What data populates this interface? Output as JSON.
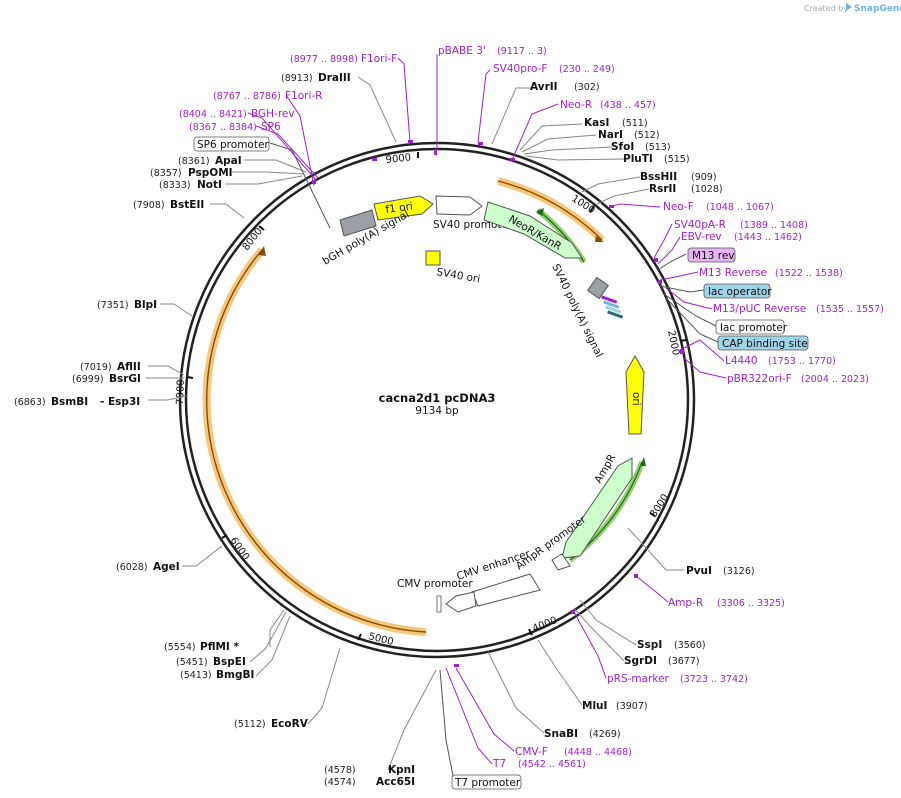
{
  "credit": "Created by",
  "brand": "SnapGene",
  "plasmid": {
    "name": "cacna2d1 pcDNA3",
    "length": "9134 bp"
  },
  "ticks": [
    "1000",
    "2000",
    "3000",
    "4000",
    "5000",
    "6000",
    "7000",
    "8000",
    "9000"
  ],
  "enzymes": [
    {
      "name": "AvrII",
      "pos": "(302)"
    },
    {
      "name": "KasI",
      "pos": "(511)"
    },
    {
      "name": "NarI",
      "pos": "(512)"
    },
    {
      "name": "SfoI",
      "pos": "(513)"
    },
    {
      "name": "PluTI",
      "pos": "(515)"
    },
    {
      "name": "BssHII",
      "pos": "(909)"
    },
    {
      "name": "RsrII",
      "pos": "(1028)"
    },
    {
      "name": "PvuI",
      "pos": "(3126)"
    },
    {
      "name": "SspI",
      "pos": "(3560)"
    },
    {
      "name": "SgrDI",
      "pos": "(3677)"
    },
    {
      "name": "MluI",
      "pos": "(3907)"
    },
    {
      "name": "SnaBI",
      "pos": "(4269)"
    },
    {
      "name": "KpnI",
      "pos": "(4578)"
    },
    {
      "name": "Acc65I",
      "pos": "(4574)"
    },
    {
      "name": "EcoRV",
      "pos": "(5112)"
    },
    {
      "name": "BmgBI",
      "pos": "(5413)"
    },
    {
      "name": "BspEI",
      "pos": "(5451)"
    },
    {
      "name": "PflMI *",
      "pos": "(5554)"
    },
    {
      "name": "AgeI",
      "pos": "(6028)"
    },
    {
      "name": "BsmBI",
      "pos": "(6863)"
    },
    {
      "name": "- Esp3I",
      "pos": ""
    },
    {
      "name": "BsrGI",
      "pos": "(6999)"
    },
    {
      "name": "AflII",
      "pos": "(7019)"
    },
    {
      "name": "BlpI",
      "pos": "(7351)"
    },
    {
      "name": "BstEII",
      "pos": "(7908)"
    },
    {
      "name": "NotI",
      "pos": "(8333)"
    },
    {
      "name": "PspOMI",
      "pos": "(8357)"
    },
    {
      "name": "ApaI",
      "pos": "(8361)"
    },
    {
      "name": "DraIII",
      "pos": "(8913)"
    }
  ],
  "primers": [
    {
      "name": "pBABE 3'",
      "pos": "(9117 .. 3)"
    },
    {
      "name": "SV40pro-F",
      "pos": "(230 .. 249)"
    },
    {
      "name": "Neo-R",
      "pos": "(438 .. 457)"
    },
    {
      "name": "Neo-F",
      "pos": "(1048 .. 1067)"
    },
    {
      "name": "SV40pA-R",
      "pos": "(1389 .. 1408)"
    },
    {
      "name": "EBV-rev",
      "pos": "(1443 .. 1462)"
    },
    {
      "name": "M13 Reverse",
      "pos": "(1522 .. 1538)"
    },
    {
      "name": "M13/pUC Reverse",
      "pos": "(1535 .. 1557)"
    },
    {
      "name": "L4440",
      "pos": "(1753 .. 1770)"
    },
    {
      "name": "pBR322ori-F",
      "pos": "(2004 .. 2023)"
    },
    {
      "name": "Amp-R",
      "pos": "(3306 .. 3325)"
    },
    {
      "name": "pRS-marker",
      "pos": "(3723 .. 3742)"
    },
    {
      "name": "CMV-F",
      "pos": "(4448 .. 4468)"
    },
    {
      "name": "T7",
      "pos": "(4542 .. 4561)"
    },
    {
      "name": "F1ori-F",
      "pos": "(8977 .. 8998)"
    },
    {
      "name": "F1ori-R",
      "pos": "(8767 .. 8786)"
    },
    {
      "name": "BGH-rev",
      "pos": "(8404 .. 8421)"
    },
    {
      "name": "SP6",
      "pos": "(8367 .. 8384)"
    }
  ],
  "boxed": [
    {
      "name": "M13 rev",
      "kind": "primer"
    },
    {
      "name": "lac operator",
      "kind": "protein-bind"
    },
    {
      "name": "lac promoter",
      "kind": "promoter"
    },
    {
      "name": "CAP binding site",
      "kind": "protein-bind"
    },
    {
      "name": "T7 promoter",
      "kind": "promoter"
    },
    {
      "name": "SP6 promoter",
      "kind": "promoter"
    }
  ],
  "features": [
    {
      "name": "f1 ori"
    },
    {
      "name": "SV40 promoter"
    },
    {
      "name": "NeoR/KanR"
    },
    {
      "name": "SV40 poly(A) signal"
    },
    {
      "name": "bGH poly(A) signal"
    },
    {
      "name": "SV40 ori"
    },
    {
      "name": "ori"
    },
    {
      "name": "AmpR"
    },
    {
      "name": "AmpR promoter"
    },
    {
      "name": "CMV enhancer"
    },
    {
      "name": "CMV promoter"
    }
  ],
  "colors": {
    "primer": "#a020d0",
    "f1_ori": "#ffff00",
    "ori": "#ffff00",
    "ampr": "#ccffcc",
    "neor": "#ccffcc",
    "protein_bind": "#9fd3e6",
    "primer_box": "#e6b3f2",
    "orange_orf": "#f5c77a",
    "green_orf": "#8fd16a"
  }
}
